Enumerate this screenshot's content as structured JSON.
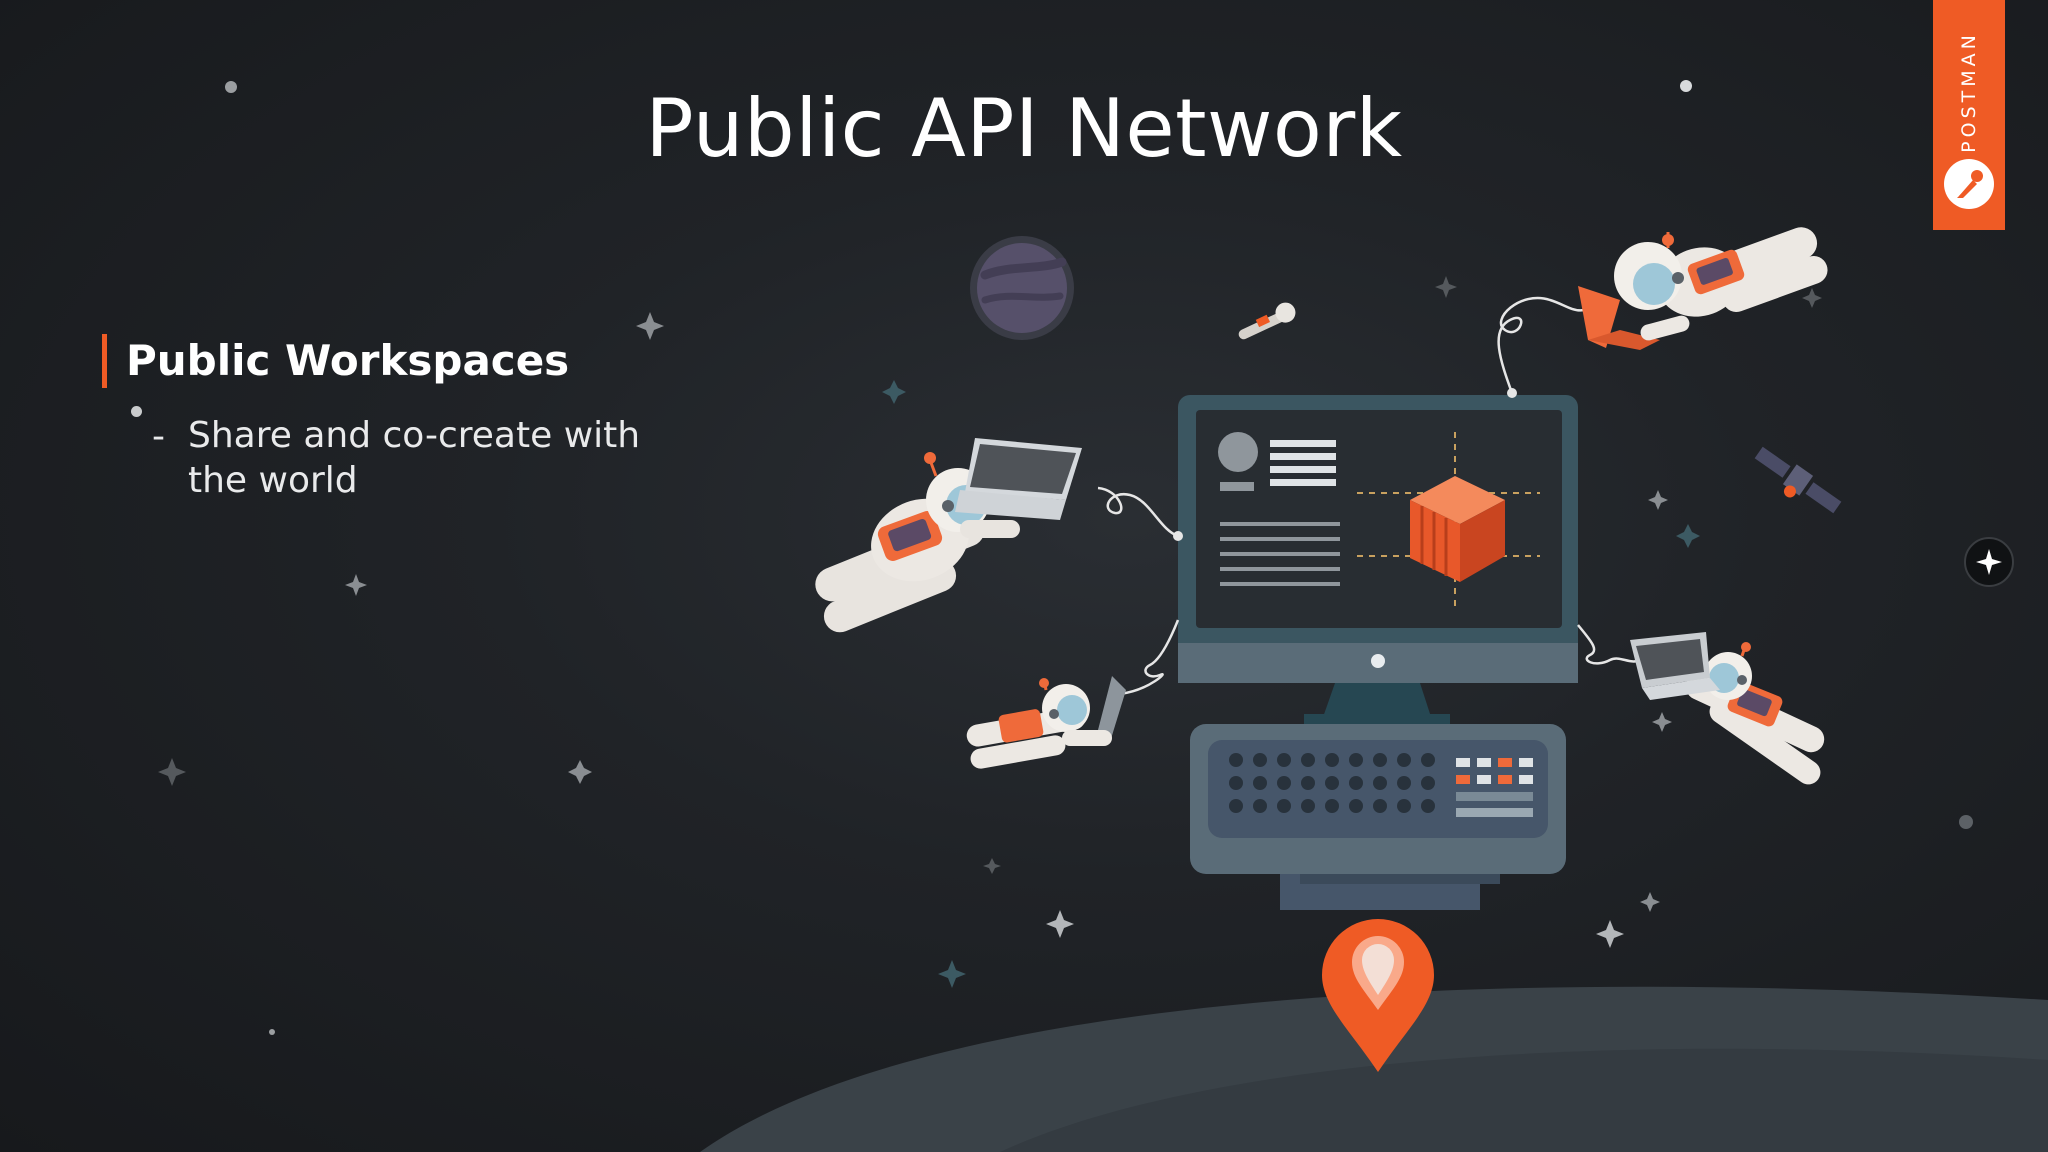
{
  "slide": {
    "title": "Public API Network"
  },
  "section": {
    "heading": "Public Workspaces",
    "bullet_marker": "-",
    "bullet_text": "Share and co-create with the world"
  },
  "brand": {
    "label": "POSTMAN",
    "accent_color": "#ef5b25"
  },
  "icons": {
    "brand_logo": "postman-rocket-logo",
    "nav_button": "sparkle-icon",
    "map_pin": "map-pin-icon"
  },
  "colors": {
    "background": "#1c1f22",
    "monitor": "#3b5661",
    "cube": "#ef6a3a"
  }
}
